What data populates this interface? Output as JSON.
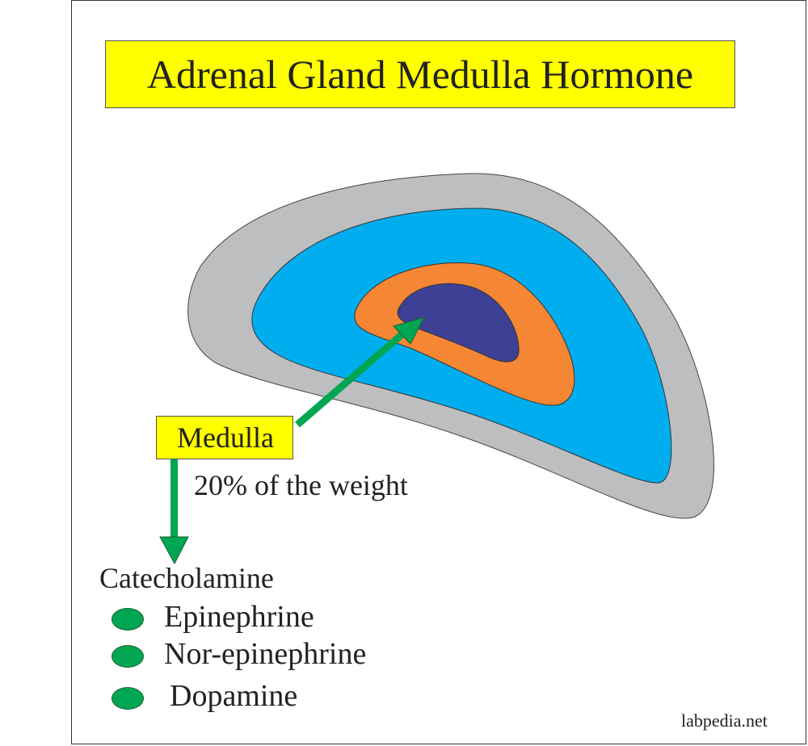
{
  "title": "Adrenal Gland Medulla Hormone",
  "medulla_label": "Medulla",
  "weight_note": "20% of the weight",
  "product_heading": "Catecholamine",
  "hormones": [
    {
      "label": "Epinephrine"
    },
    {
      "label": "Nor-epinephrine"
    },
    {
      "label": "Dopamine"
    }
  ],
  "credit": "labpedia.net",
  "colors": {
    "title_box": "#ffff00",
    "outer_layer": "#bcbec0",
    "cortex_layer": "#00aeef",
    "middle_layer": "#f58634",
    "medulla_core": "#3e4095",
    "arrow": "#00a651"
  }
}
